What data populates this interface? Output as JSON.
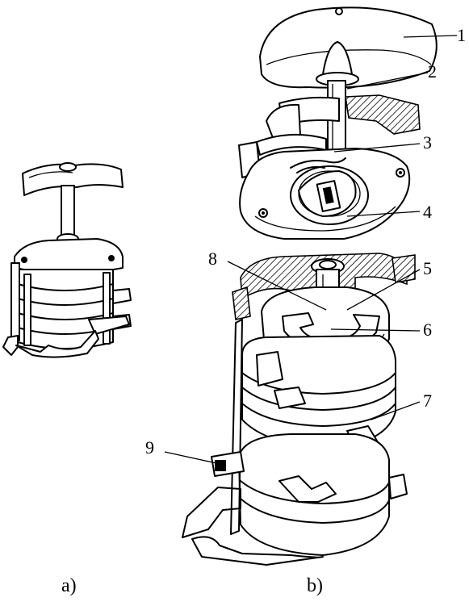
{
  "figure": {
    "callouts": [
      "1",
      "2",
      "3",
      "4",
      "5",
      "6",
      "7",
      "8",
      "9"
    ],
    "captions": {
      "a": "a)",
      "b": "b)"
    }
  },
  "colors": {
    "ink": "#000000",
    "paper": "#ffffff"
  }
}
